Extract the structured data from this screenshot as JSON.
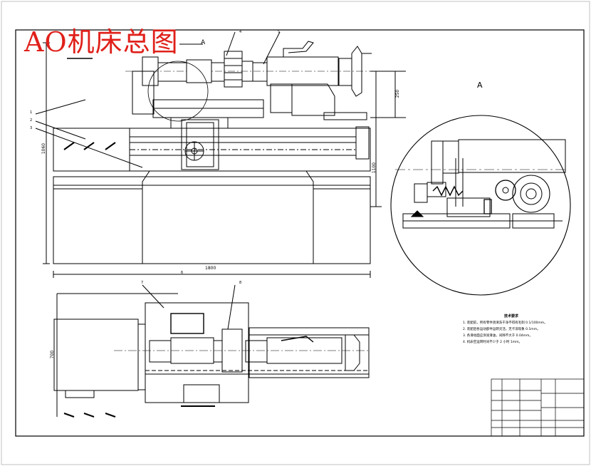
{
  "drawing": {
    "title": "AO机床总图",
    "detail_label_top": "A",
    "detail_label_circle": "A",
    "tech_requirements": {
      "heading": "技术要求",
      "lines": [
        "1. 装配前，所有零件须清洗干净不得有毛刺 0.1/100mm。",
        "2. 装配后各运动部件运转灵活，无卡滞现象 0.1mm。",
        "3. 各滑动面应涂润滑油，间隙不大于 0.04mm。",
        "4. 机床空运转时间不少于 2 小时 1mm。"
      ]
    },
    "dimensions": {
      "overall_length": "1800",
      "height_side": "1060",
      "height_right": "1100",
      "spindle_height": "250",
      "plan_width": "700"
    },
    "balloons": [
      "1",
      "2",
      "3",
      "4",
      "5",
      "6",
      "7",
      "8"
    ],
    "colors": {
      "title": "#e0201a",
      "line": "#000000",
      "background": "#ffffff"
    }
  }
}
